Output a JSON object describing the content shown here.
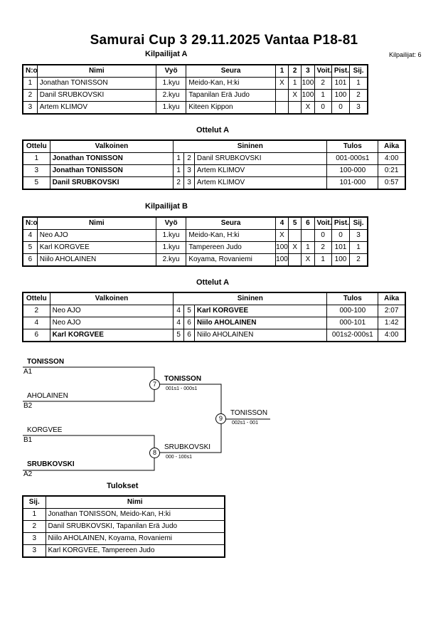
{
  "title": "Samurai Cup 3  29.11.2025  Vantaa   P18-81",
  "competitors_count": "Kilpailijat: 6",
  "pool_a": {
    "heading": "Kilpailijat A",
    "headers": [
      "N:o",
      "Nimi",
      "Vyö",
      "Seura",
      "1",
      "2",
      "3",
      "Voit.",
      "Pist.",
      "Sij."
    ],
    "rows": [
      [
        "1",
        "Jonathan TONISSON",
        "1.kyu",
        "Meido-Kan, H:ki",
        "X",
        "1",
        "100",
        "2",
        "101",
        "1"
      ],
      [
        "2",
        "Danil SRUBKOVSKI",
        "2.kyu",
        "Tapanilan Erä Judo",
        "",
        "X",
        "100",
        "1",
        "100",
        "2"
      ],
      [
        "3",
        "Artem KLIMOV",
        "1.kyu",
        "Kiteen Kippon",
        "",
        "",
        "X",
        "0",
        "0",
        "3"
      ]
    ]
  },
  "matches_a": {
    "heading": "Ottelut A",
    "headers": [
      "Ottelu",
      "Valkoinen",
      "Sininen",
      "Tulos",
      "Aika"
    ],
    "rows": [
      {
        "no": "1",
        "white": "Jonathan TONISSON",
        "w": "1",
        "b": "2",
        "blue": "Danil SRUBKOVSKI",
        "result": "001-000s1",
        "time": "4:00",
        "winner": "white"
      },
      {
        "no": "3",
        "white": "Jonathan TONISSON",
        "w": "1",
        "b": "3",
        "blue": "Artem KLIMOV",
        "result": "100-000",
        "time": "0:21",
        "winner": "white"
      },
      {
        "no": "5",
        "white": "Danil SRUBKOVSKI",
        "w": "2",
        "b": "3",
        "blue": "Artem KLIMOV",
        "result": "101-000",
        "time": "0:57",
        "winner": "white"
      }
    ]
  },
  "pool_b": {
    "heading": "Kilpailijat B",
    "headers": [
      "N:o",
      "Nimi",
      "Vyö",
      "Seura",
      "4",
      "5",
      "6",
      "Voit.",
      "Pist.",
      "Sij."
    ],
    "rows": [
      [
        "4",
        "Neo AJO",
        "1.kyu",
        "Meido-Kan, H:ki",
        "X",
        "",
        "",
        "0",
        "0",
        "3"
      ],
      [
        "5",
        "Karl KORGVEE",
        "1.kyu",
        "Tampereen Judo",
        "100",
        "X",
        "1",
        "2",
        "101",
        "1"
      ],
      [
        "6",
        "Niilo AHOLAINEN",
        "2.kyu",
        "Koyama, Rovaniemi",
        "100",
        "",
        "X",
        "1",
        "100",
        "2"
      ]
    ]
  },
  "matches_b": {
    "heading": "Ottelut A",
    "headers": [
      "Ottelu",
      "Valkoinen",
      "Sininen",
      "Tulos",
      "Aika"
    ],
    "rows": [
      {
        "no": "2",
        "white": "Neo AJO",
        "w": "4",
        "b": "5",
        "blue": "Karl KORGVEE",
        "result": "000-100",
        "time": "2:07",
        "winner": "blue"
      },
      {
        "no": "4",
        "white": "Neo AJO",
        "w": "4",
        "b": "6",
        "blue": "Niilo AHOLAINEN",
        "result": "000-101",
        "time": "1:42",
        "winner": "blue"
      },
      {
        "no": "6",
        "white": "Karl KORGVEE",
        "w": "5",
        "b": "6",
        "blue": "Niilo AHOLAINEN",
        "result": "001s2-000s1",
        "time": "4:00",
        "winner": "white"
      }
    ]
  },
  "bracket": {
    "p1": "TONISSON",
    "p1_seed": "A1",
    "p2": "AHOLAINEN",
    "p2_seed": "B2",
    "p3": "KORGVEE",
    "p3_seed": "B1",
    "p4": "SRUBKOVSKI",
    "p4_seed": "A2",
    "m7_no": "7",
    "m7_winner": "TONISSON",
    "m7_score": "001s1 - 000s1",
    "m8_no": "8",
    "m8_winner": "SRUBKOVSKI",
    "m8_score": "000 - 100s1",
    "m9_no": "9",
    "m9_winner": "TONISSON",
    "m9_score": "002s1 - 001"
  },
  "results": {
    "heading": "Tulokset",
    "headers": [
      "Sij.",
      "Nimi"
    ],
    "rows": [
      [
        "1",
        "Jonathan TONISSON, Meido-Kan, H:ki"
      ],
      [
        "2",
        "Danil SRUBKOVSKI, Tapanilan Erä Judo"
      ],
      [
        "3",
        "Niilo AHOLAINEN, Koyama, Rovaniemi"
      ],
      [
        "3",
        "Karl KORGVEE, Tampereen Judo"
      ]
    ]
  }
}
